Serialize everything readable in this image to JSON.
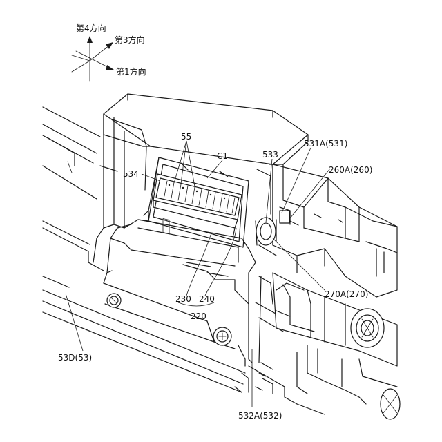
{
  "directions": {
    "dir4": "第4方向",
    "dir3": "第3方向",
    "dir1": "第1方向"
  },
  "labels": {
    "ref_55": "55",
    "ref_c1": "C1",
    "ref_534": "534",
    "ref_533": "533",
    "ref_531a": "531A(531)",
    "ref_260a": "260A(260)",
    "ref_270a": "270A(270)",
    "ref_230": "230",
    "ref_240": "240",
    "ref_220": "220",
    "ref_53d": "53D(53)",
    "ref_532a": "532A(532)"
  }
}
